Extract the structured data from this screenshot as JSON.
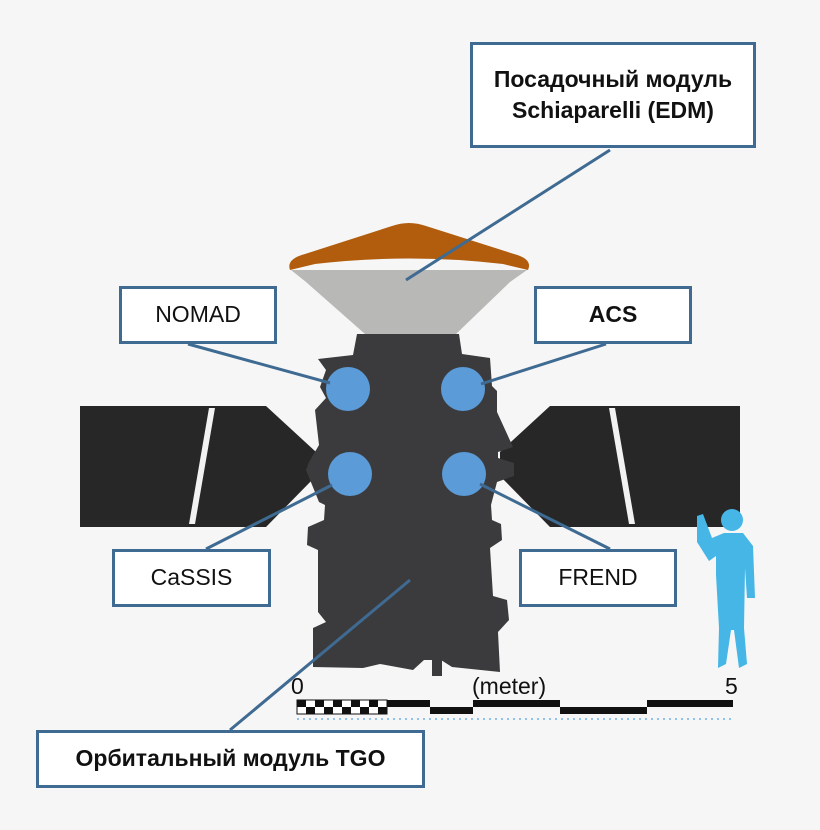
{
  "labels": {
    "edm_line1": "Посадочный модуль",
    "edm_line2": "Schiaparelli (EDM)",
    "nomad": "NOMAD",
    "acs": "ACS",
    "cassis": "CaSSIS",
    "frend": "FREND",
    "tgo": "Орбитальный модуль TGO"
  },
  "scale": {
    "start": "0",
    "unit": "(meter)",
    "end": "5"
  },
  "colors": {
    "box_border": "#3f6a92",
    "leader_line": "#3f6a92",
    "body": "#3b3b3d",
    "solar_panel": "#272727",
    "heat_shield": "#b15d0d",
    "back_shell": "#b8b8b6",
    "instrument": "#5b9bd8",
    "human": "#45b6e6"
  },
  "icons": {
    "human_scale": "human-silhouette-icon"
  }
}
